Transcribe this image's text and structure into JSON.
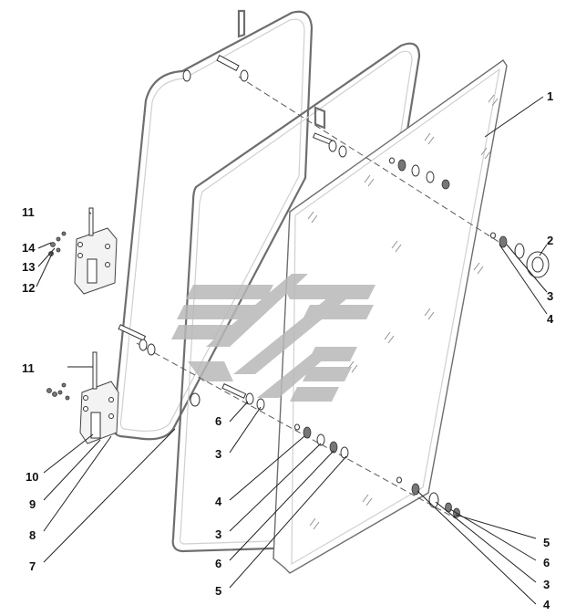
{
  "callouts": {
    "c1": "1",
    "c2": "2",
    "c3a": "3",
    "c4a": "4",
    "c11a": "11",
    "c14": "14",
    "c13": "13",
    "c12": "12",
    "c11b": "11",
    "c6a": "6",
    "c3b": "3",
    "c10": "10",
    "c9": "9",
    "c4b": "4",
    "c8": "8",
    "c3c": "3",
    "c7": "7",
    "c6b": "6",
    "c5a": "5",
    "c5b": "5",
    "c6c": "6",
    "c3d": "3",
    "c4c": "4"
  },
  "colors": {
    "watermark": "#b8b8b8",
    "line": "#6e6e6e",
    "text": "#111111"
  },
  "watermark_icon": "manufacturer-logo-watermark"
}
